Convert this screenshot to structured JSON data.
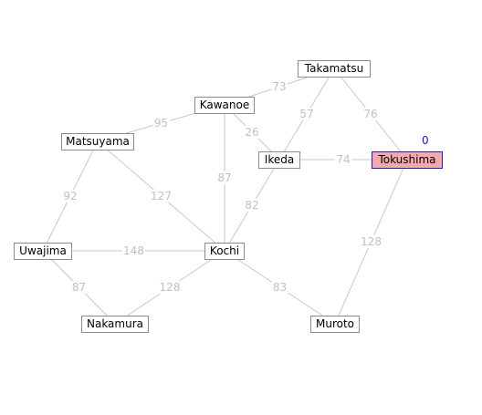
{
  "graph": {
    "nodes": [
      {
        "id": "takamatsu",
        "label": "Takamatsu"
      },
      {
        "id": "kawanoe",
        "label": "Kawanoe"
      },
      {
        "id": "matsuyama",
        "label": "Matsuyama"
      },
      {
        "id": "ikeda",
        "label": "Ikeda"
      },
      {
        "id": "tokushima",
        "label": "Tokushima",
        "source": true,
        "distance": "0"
      },
      {
        "id": "uwajima",
        "label": "Uwajima"
      },
      {
        "id": "kochi",
        "label": "Kochi"
      },
      {
        "id": "nakamura",
        "label": "Nakamura"
      },
      {
        "id": "muroto",
        "label": "Muroto"
      }
    ],
    "edges": [
      {
        "from": "kawanoe",
        "to": "takamatsu",
        "weight": "73"
      },
      {
        "from": "takamatsu",
        "to": "ikeda",
        "weight": "57"
      },
      {
        "from": "takamatsu",
        "to": "tokushima",
        "weight": "76"
      },
      {
        "from": "matsuyama",
        "to": "kawanoe",
        "weight": "95"
      },
      {
        "from": "kawanoe",
        "to": "ikeda",
        "weight": "26"
      },
      {
        "from": "kawanoe",
        "to": "kochi",
        "weight": "87"
      },
      {
        "from": "ikeda",
        "to": "tokushima",
        "weight": "74"
      },
      {
        "from": "ikeda",
        "to": "kochi",
        "weight": "82"
      },
      {
        "from": "matsuyama",
        "to": "uwajima",
        "weight": "92"
      },
      {
        "from": "matsuyama",
        "to": "kochi",
        "weight": "127"
      },
      {
        "from": "uwajima",
        "to": "kochi",
        "weight": "148"
      },
      {
        "from": "uwajima",
        "to": "nakamura",
        "weight": "87"
      },
      {
        "from": "kochi",
        "to": "nakamura",
        "weight": "128"
      },
      {
        "from": "kochi",
        "to": "muroto",
        "weight": "83"
      },
      {
        "from": "tokushima",
        "to": "muroto",
        "weight": "128"
      }
    ]
  },
  "colors": {
    "edge": "#c8c8c8",
    "edge_weight": "#c0c0c0",
    "node_border": "#8c8c8c",
    "source_fill": "#f4a9aa",
    "source_border": "#2020c0",
    "distance_label": "#1a1ab4"
  }
}
